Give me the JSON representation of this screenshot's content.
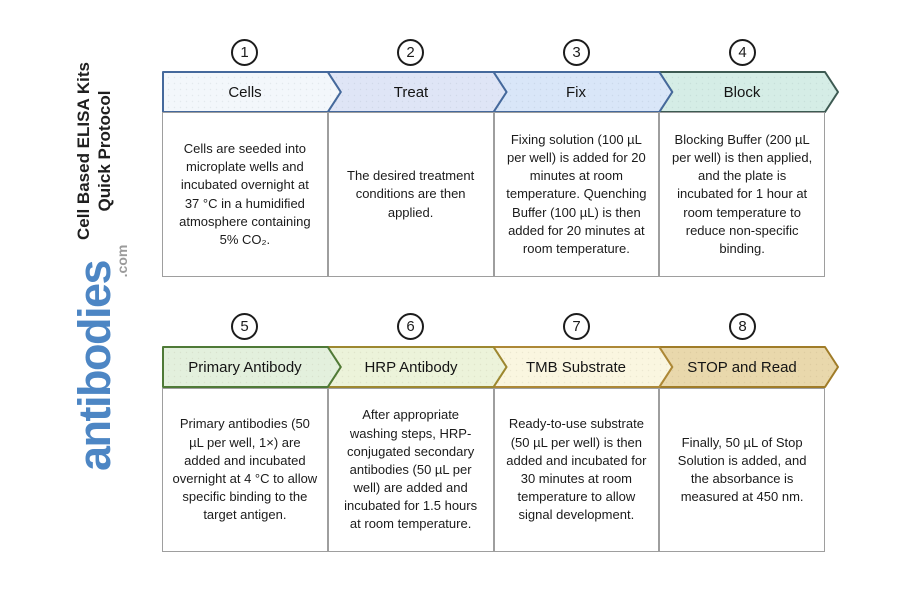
{
  "sidebar": {
    "title_line1": "Cell Based ELISA Kits",
    "title_line2": "Quick Protocol",
    "logo_text": "antibodies",
    "logo_suffix": ".com",
    "logo_color": "#4d86c4"
  },
  "steps": [
    {
      "number": "1",
      "label": "Cells",
      "description": "Cells are seeded into microplate wells and incubated overnight at 37 °C in a humidified atmosphere containing 5% CO₂.",
      "fill": "#f3f7fb",
      "border": "#45699c"
    },
    {
      "number": "2",
      "label": "Treat",
      "description": "The desired treatment conditions are then applied.",
      "fill": "#dfe5f6",
      "border": "#45699c"
    },
    {
      "number": "3",
      "label": "Fix",
      "description": "Fixing solution (100 µL per well) is added for 20 minutes at room temperature. Quenching Buffer (100 µL) is then added for 20 minutes at room temperature.",
      "fill": "#d9e6f8",
      "border": "#45699c"
    },
    {
      "number": "4",
      "label": "Block",
      "description": "Blocking Buffer (200 µL per well) is then applied, and the plate is incubated for 1 hour at room temperature to reduce non-specific binding.",
      "fill": "#d5ede6",
      "border": "#3d5a52"
    },
    {
      "number": "5",
      "label": "Primary Antibody",
      "description": "Primary antibodies (50 µL per well, 1×) are added and incubated overnight at 4 °C to allow specific binding to the target antigen.",
      "fill": "#e3f0dd",
      "border": "#4f7a37"
    },
    {
      "number": "6",
      "label": "HRP Antibody",
      "description": "After appropriate washing steps, HRP-conjugated secondary antibodies (50 µL per well) are added and incubated for 1.5 hours at room temperature.",
      "fill": "#ecf3da",
      "border": "#9d8830"
    },
    {
      "number": "7",
      "label": "TMB Substrate",
      "description": "Ready-to-use substrate (50 µL per well) is then added and incubated for 30 minutes at room temperature to allow signal development.",
      "fill": "#faf6e0",
      "border": "#ad8836"
    },
    {
      "number": "8",
      "label": "STOP and Read",
      "description": "Finally, 50 µL of Stop Solution is added, and the absorbance is measured at 450 nm.",
      "fill": "#e9d8ac",
      "border": "#a07c28"
    }
  ]
}
